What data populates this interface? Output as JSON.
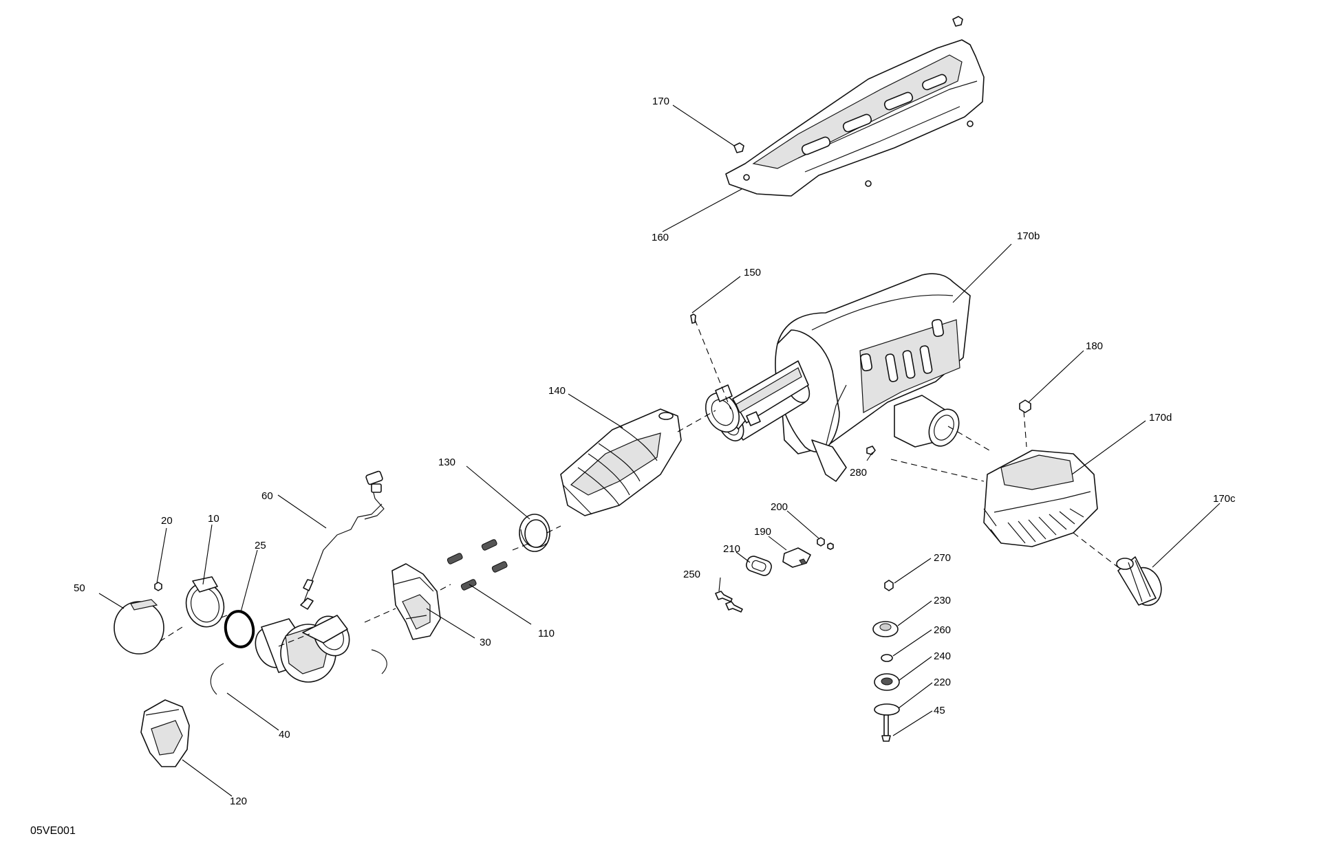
{
  "diagram": {
    "drawing_code": "05VE001",
    "callouts": [
      "10",
      "20",
      "25",
      "30",
      "40",
      "45",
      "50",
      "60",
      "110",
      "120",
      "130",
      "140",
      "150",
      "160",
      "170",
      "170b",
      "170c",
      "170d",
      "180",
      "190",
      "200",
      "210",
      "220",
      "230",
      "240",
      "250",
      "260",
      "270",
      "280"
    ]
  },
  "colors": {
    "line": "#000000",
    "shade": "#e2e2e2",
    "background": "#ffffff"
  }
}
